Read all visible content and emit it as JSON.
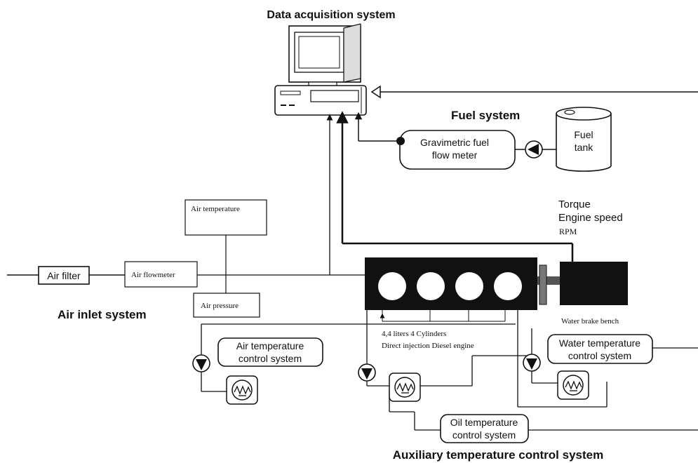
{
  "titles": {
    "daq": "Data acquisition system",
    "fuel_system": "Fuel system",
    "air_inlet": "Air inlet system",
    "auxiliary": "Auxiliary  temperature control system"
  },
  "fuel": {
    "meter_line1": "Gravimetric fuel",
    "meter_line2": "flow meter",
    "tank_line1": "Fuel",
    "tank_line2": "tank"
  },
  "dyno": {
    "torque": "Torque",
    "engine_speed": "Engine speed",
    "rpm": "RPM",
    "brake": "Water brake bench"
  },
  "air": {
    "filter": "Air filter",
    "flowmeter": "Air flowmeter",
    "temperature": "Air temperature",
    "pressure": "Air pressure"
  },
  "engine": {
    "line1": "4,4 liters 4 Cylinders",
    "line2": "Direct injection Diesel engine"
  },
  "control": {
    "air_line1": "Air temperature",
    "air_line2": "control system",
    "water_line1": "Water temperature",
    "water_line2": "control system",
    "oil_line1": "Oil temperature",
    "oil_line2": "control system"
  }
}
